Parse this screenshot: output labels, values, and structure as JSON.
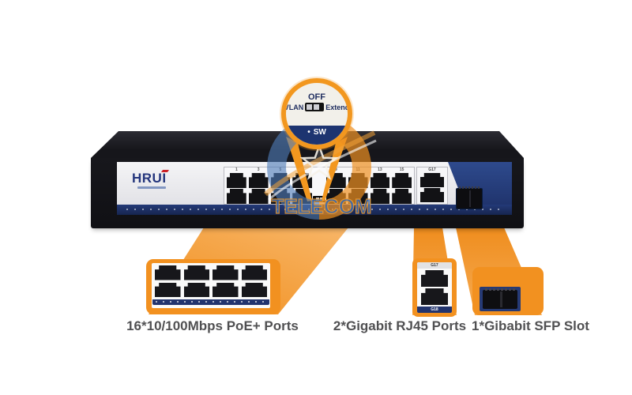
{
  "device": {
    "brand": "HRUI",
    "port_numbers": [
      "1",
      "3",
      "5",
      "7",
      "9",
      "11",
      "13",
      "15"
    ],
    "uplink_label": "G17"
  },
  "magnifier": {
    "top_label": "OFF",
    "left_label": "VLAN",
    "right_label": "Extend",
    "bullet": "•",
    "switch_label": "SW"
  },
  "watermark": {
    "text": "TELECOM"
  },
  "callouts": {
    "poe": {
      "label": "16*10/100Mbps PoE+ Ports"
    },
    "rj45": {
      "label": "2*Gigabit RJ45 Ports",
      "top_port": "G17",
      "bottom_port": "G18"
    },
    "sfp": {
      "label": "1*Gibabit SFP Slot"
    }
  },
  "colors": {
    "accent_orange": "#F29120",
    "navy_panel": "#27407E",
    "stripe_navy": "#1E336E",
    "logo_blue": "#24357C",
    "caption_gray": "#505052"
  }
}
